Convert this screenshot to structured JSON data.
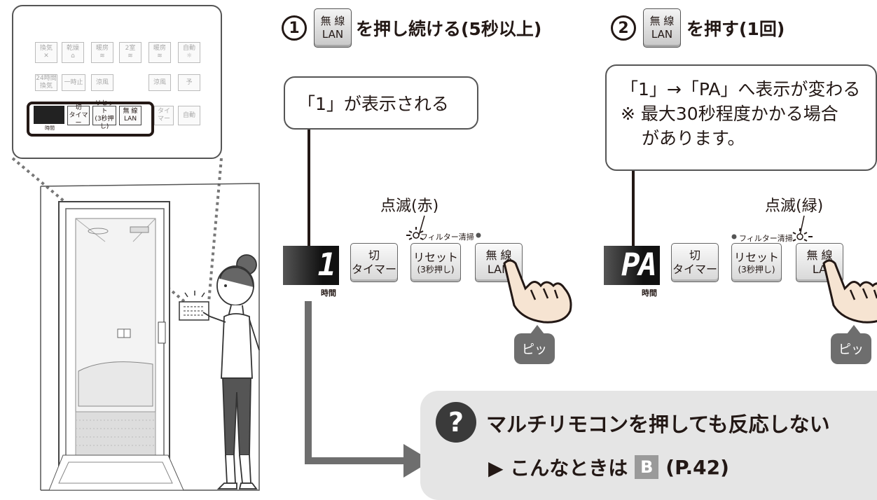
{
  "inset": {
    "row1": [
      "換気",
      "乾燥",
      "暖房",
      "2室",
      "暖房",
      "自動"
    ],
    "row2": [
      "24時間\n換気",
      "一時止",
      "涼風",
      "涼風",
      "予"
    ],
    "row3_buttons": [
      {
        "line1": "切",
        "line2": "タイマー"
      },
      {
        "line1": "リセット",
        "line2": "(3秒押し)"
      },
      {
        "line1": "無 線",
        "line2": "LAN"
      }
    ],
    "row3_faded": [
      "タイマー",
      "自動"
    ],
    "display_label": "時間"
  },
  "step1": {
    "number": "1",
    "key_line1": "無 線",
    "key_line2": "LAN",
    "text": "を押し続ける(5秒以上)",
    "callout": "「1」が表示される",
    "blink_label": "点滅(赤)",
    "filter_label": "フィルター清掃",
    "display_value": "1",
    "display_label": "時間",
    "buttons": [
      {
        "line1": "切",
        "line2": "タイマー"
      },
      {
        "line1": "リセット",
        "line2": "(3秒押し)"
      },
      {
        "line1": "無 線",
        "line2": "LAN"
      }
    ],
    "sound": "ピッ"
  },
  "step2": {
    "number": "2",
    "key_line1": "無 線",
    "key_line2": "LAN",
    "text": "を押す(1回)",
    "callout_line1": "「1」→「PA」へ表示が変わる",
    "callout_line2": "※ 最大30秒程度かかる場合",
    "callout_line3": "があります。",
    "blink_label": "点滅(緑)",
    "filter_label": "フィルター清掃",
    "display_value": "PA",
    "display_label": "時間",
    "buttons": [
      {
        "line1": "切",
        "line2": "タイマー"
      },
      {
        "line1": "リセット",
        "line2": "(3秒押し)"
      },
      {
        "line1": "無 線",
        "line2": "LA"
      }
    ],
    "sound": "ピッ"
  },
  "trouble": {
    "icon": "?",
    "title": "マルチリモコンを押しても反応しない",
    "ref_prefix": "▶ こんなときは",
    "ref_badge": "B",
    "ref_page": "(P.42)"
  },
  "colors": {
    "ink": "#231815",
    "box_gray": "#e5e5e5",
    "pip_gray": "#6e6e6e"
  }
}
